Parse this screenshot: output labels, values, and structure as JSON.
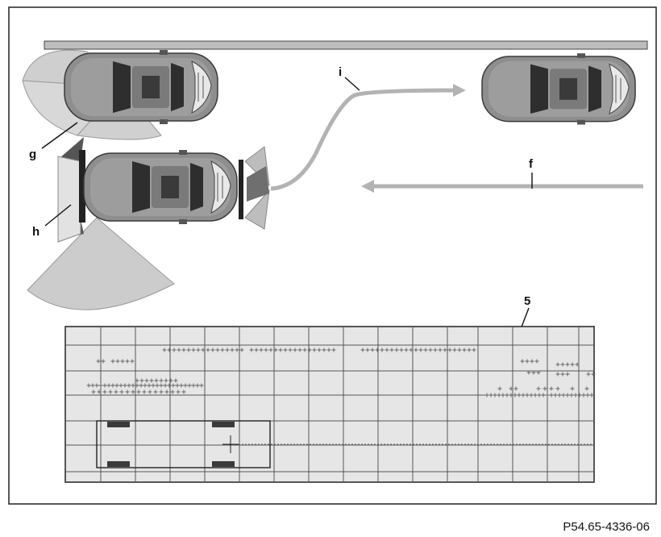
{
  "figure": {
    "callouts": {
      "g": "g",
      "h": "h",
      "i": "i",
      "f": "f",
      "five": "5"
    },
    "reference_code": "P54.65-4336-06"
  },
  "icons": [
    "car-top-view-icon",
    "arrow-right-icon",
    "arrow-left-icon"
  ],
  "colors": {
    "frame": "#222222",
    "wall": "#bdbdbd",
    "sensor_cone": "#c9c9c9",
    "path_arrow": "#b3b3b3",
    "grid_background": "#e6e6e6",
    "grid_lines": "#555555",
    "obstacle_marks": "#666666"
  }
}
